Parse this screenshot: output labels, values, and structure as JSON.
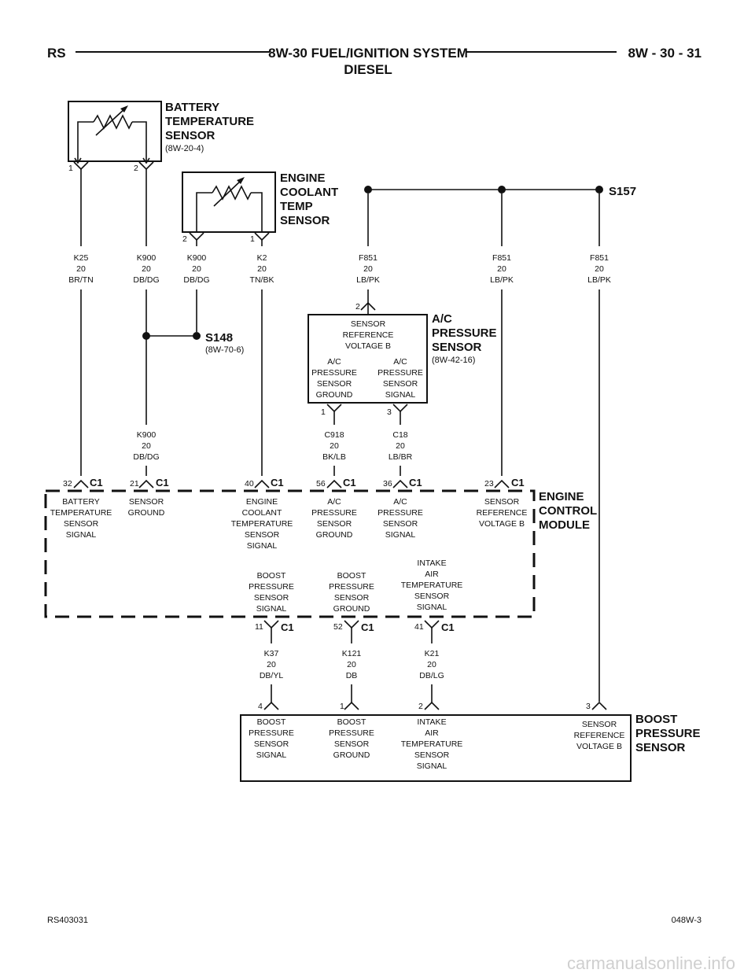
{
  "header": {
    "left": "RS",
    "title_line1": "8W-30 FUEL/IGNITION SYSTEM",
    "title_line2": "DIESEL",
    "right": "8W - 30 - 31"
  },
  "components": {
    "battery_temp_sensor": {
      "title": [
        "BATTERY",
        "TEMPERATURE",
        "SENSOR"
      ],
      "ref": "(8W-20-4)",
      "pins": [
        "1",
        "2"
      ]
    },
    "engine_coolant_temp_sensor": {
      "title": [
        "ENGINE",
        "COOLANT",
        "TEMP",
        "SENSOR"
      ],
      "pins": [
        "2",
        "1"
      ]
    },
    "ac_pressure_sensor": {
      "title": [
        "A/C",
        "PRESSURE",
        "SENSOR"
      ],
      "ref": "(8W-42-16)",
      "top_label": [
        "SENSOR",
        "REFERENCE",
        "VOLTAGE B"
      ],
      "left_label": [
        "A/C",
        "PRESSURE",
        "SENSOR",
        "GROUND"
      ],
      "right_label": [
        "A/C",
        "PRESSURE",
        "SENSOR",
        "SIGNAL"
      ],
      "pin_top": "2",
      "pins_bottom": [
        "1",
        "3"
      ]
    },
    "ecm": {
      "title": [
        "ENGINE",
        "CONTROL",
        "MODULE"
      ],
      "connector": "C1",
      "top_pins": [
        {
          "pin": "32",
          "label": [
            "BATTERY",
            "TEMPERATURE",
            "SENSOR",
            "SIGNAL"
          ]
        },
        {
          "pin": "21",
          "label": [
            "SENSOR",
            "GROUND"
          ]
        },
        {
          "pin": "40",
          "label": [
            "ENGINE",
            "COOLANT",
            "TEMPERATURE",
            "SENSOR",
            "SIGNAL"
          ]
        },
        {
          "pin": "56",
          "label": [
            "A/C",
            "PRESSURE",
            "SENSOR",
            "GROUND"
          ]
        },
        {
          "pin": "36",
          "label": [
            "A/C",
            "PRESSURE",
            "SENSOR",
            "SIGNAL"
          ]
        },
        {
          "pin": "23",
          "label": [
            "SENSOR",
            "REFERENCE",
            "VOLTAGE B"
          ]
        }
      ],
      "bottom_pins": [
        {
          "pin": "11",
          "label": [
            "BOOST",
            "PRESSURE",
            "SENSOR",
            "SIGNAL"
          ]
        },
        {
          "pin": "52",
          "label": [
            "BOOST",
            "PRESSURE",
            "SENSOR",
            "GROUND"
          ]
        },
        {
          "pin": "41",
          "label": [
            "INTAKE",
            "AIR",
            "TEMPERATURE",
            "SENSOR",
            "SIGNAL"
          ]
        }
      ]
    },
    "boost_pressure_sensor": {
      "title": [
        "BOOST",
        "PRESSURE",
        "SENSOR"
      ],
      "pins": [
        {
          "pin": "4",
          "label": [
            "BOOST",
            "PRESSURE",
            "SENSOR",
            "SIGNAL"
          ]
        },
        {
          "pin": "1",
          "label": [
            "BOOST",
            "PRESSURE",
            "SENSOR",
            "GROUND"
          ]
        },
        {
          "pin": "2",
          "label": [
            "INTAKE",
            "AIR",
            "TEMPERATURE",
            "SENSOR",
            "SIGNAL"
          ]
        },
        {
          "pin": "3",
          "label": [
            "SENSOR",
            "REFERENCE",
            "VOLTAGE B"
          ]
        }
      ]
    }
  },
  "splices": {
    "s157": {
      "name": "S157"
    },
    "s148": {
      "name": "S148",
      "ref": "(8W-70-6)"
    }
  },
  "wires": {
    "k25": [
      "K25",
      "20",
      "BR/TN"
    ],
    "k900_a": [
      "K900",
      "20",
      "DB/DG"
    ],
    "k900_b": [
      "K900",
      "20",
      "DB/DG"
    ],
    "k2": [
      "K2",
      "20",
      "TN/BK"
    ],
    "f851_a": [
      "F851",
      "20",
      "LB/PK"
    ],
    "f851_b": [
      "F851",
      "20",
      "LB/PK"
    ],
    "f851_c": [
      "F851",
      "20",
      "LB/PK"
    ],
    "k900_c": [
      "K900",
      "20",
      "DB/DG"
    ],
    "c918": [
      "C918",
      "20",
      "BK/LB"
    ],
    "c18": [
      "C18",
      "20",
      "LB/BR"
    ],
    "k37": [
      "K37",
      "20",
      "DB/YL"
    ],
    "k121": [
      "K121",
      "20",
      "DB"
    ],
    "k21": [
      "K21",
      "20",
      "DB/LG"
    ]
  },
  "footer": {
    "left": "RS403031",
    "right": "048W-3",
    "watermark": "carmanualsonline.info"
  }
}
